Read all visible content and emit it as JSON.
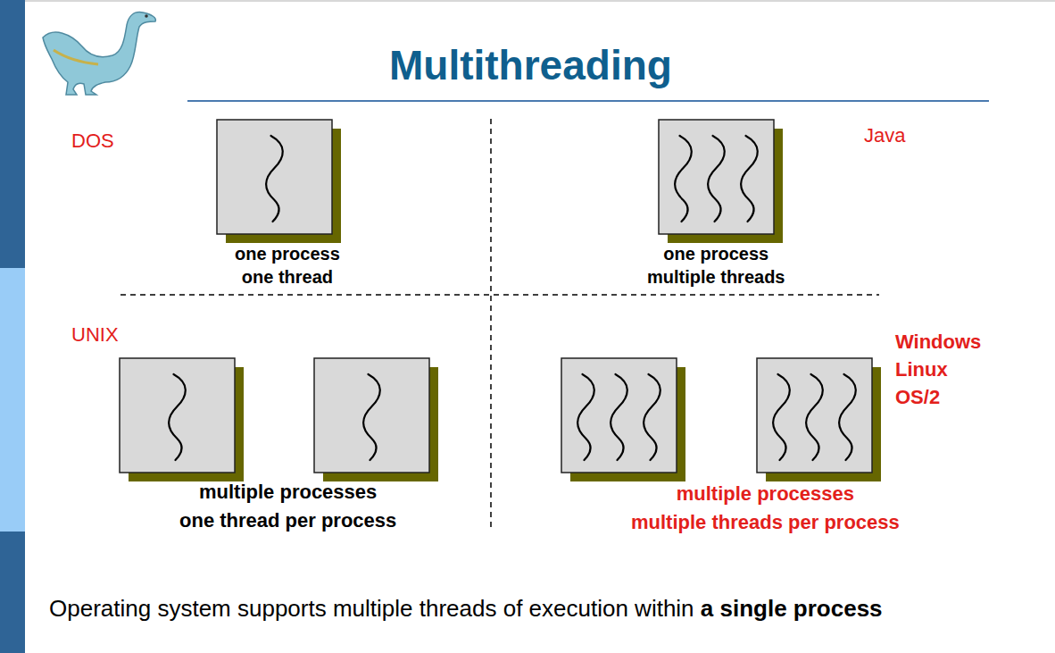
{
  "diagram": {
    "title": "Multithreading",
    "caption": "Operating system supports multiple threads of execution within a single process",
    "labels": [
      "DOS",
      "one process one thread",
      "Java",
      "one process multiple threads",
      "UNIX",
      "multiple processes one thread per process",
      "Windows Linux OS/2",
      "multiple processes multiple threads per process"
    ]
  }
}
